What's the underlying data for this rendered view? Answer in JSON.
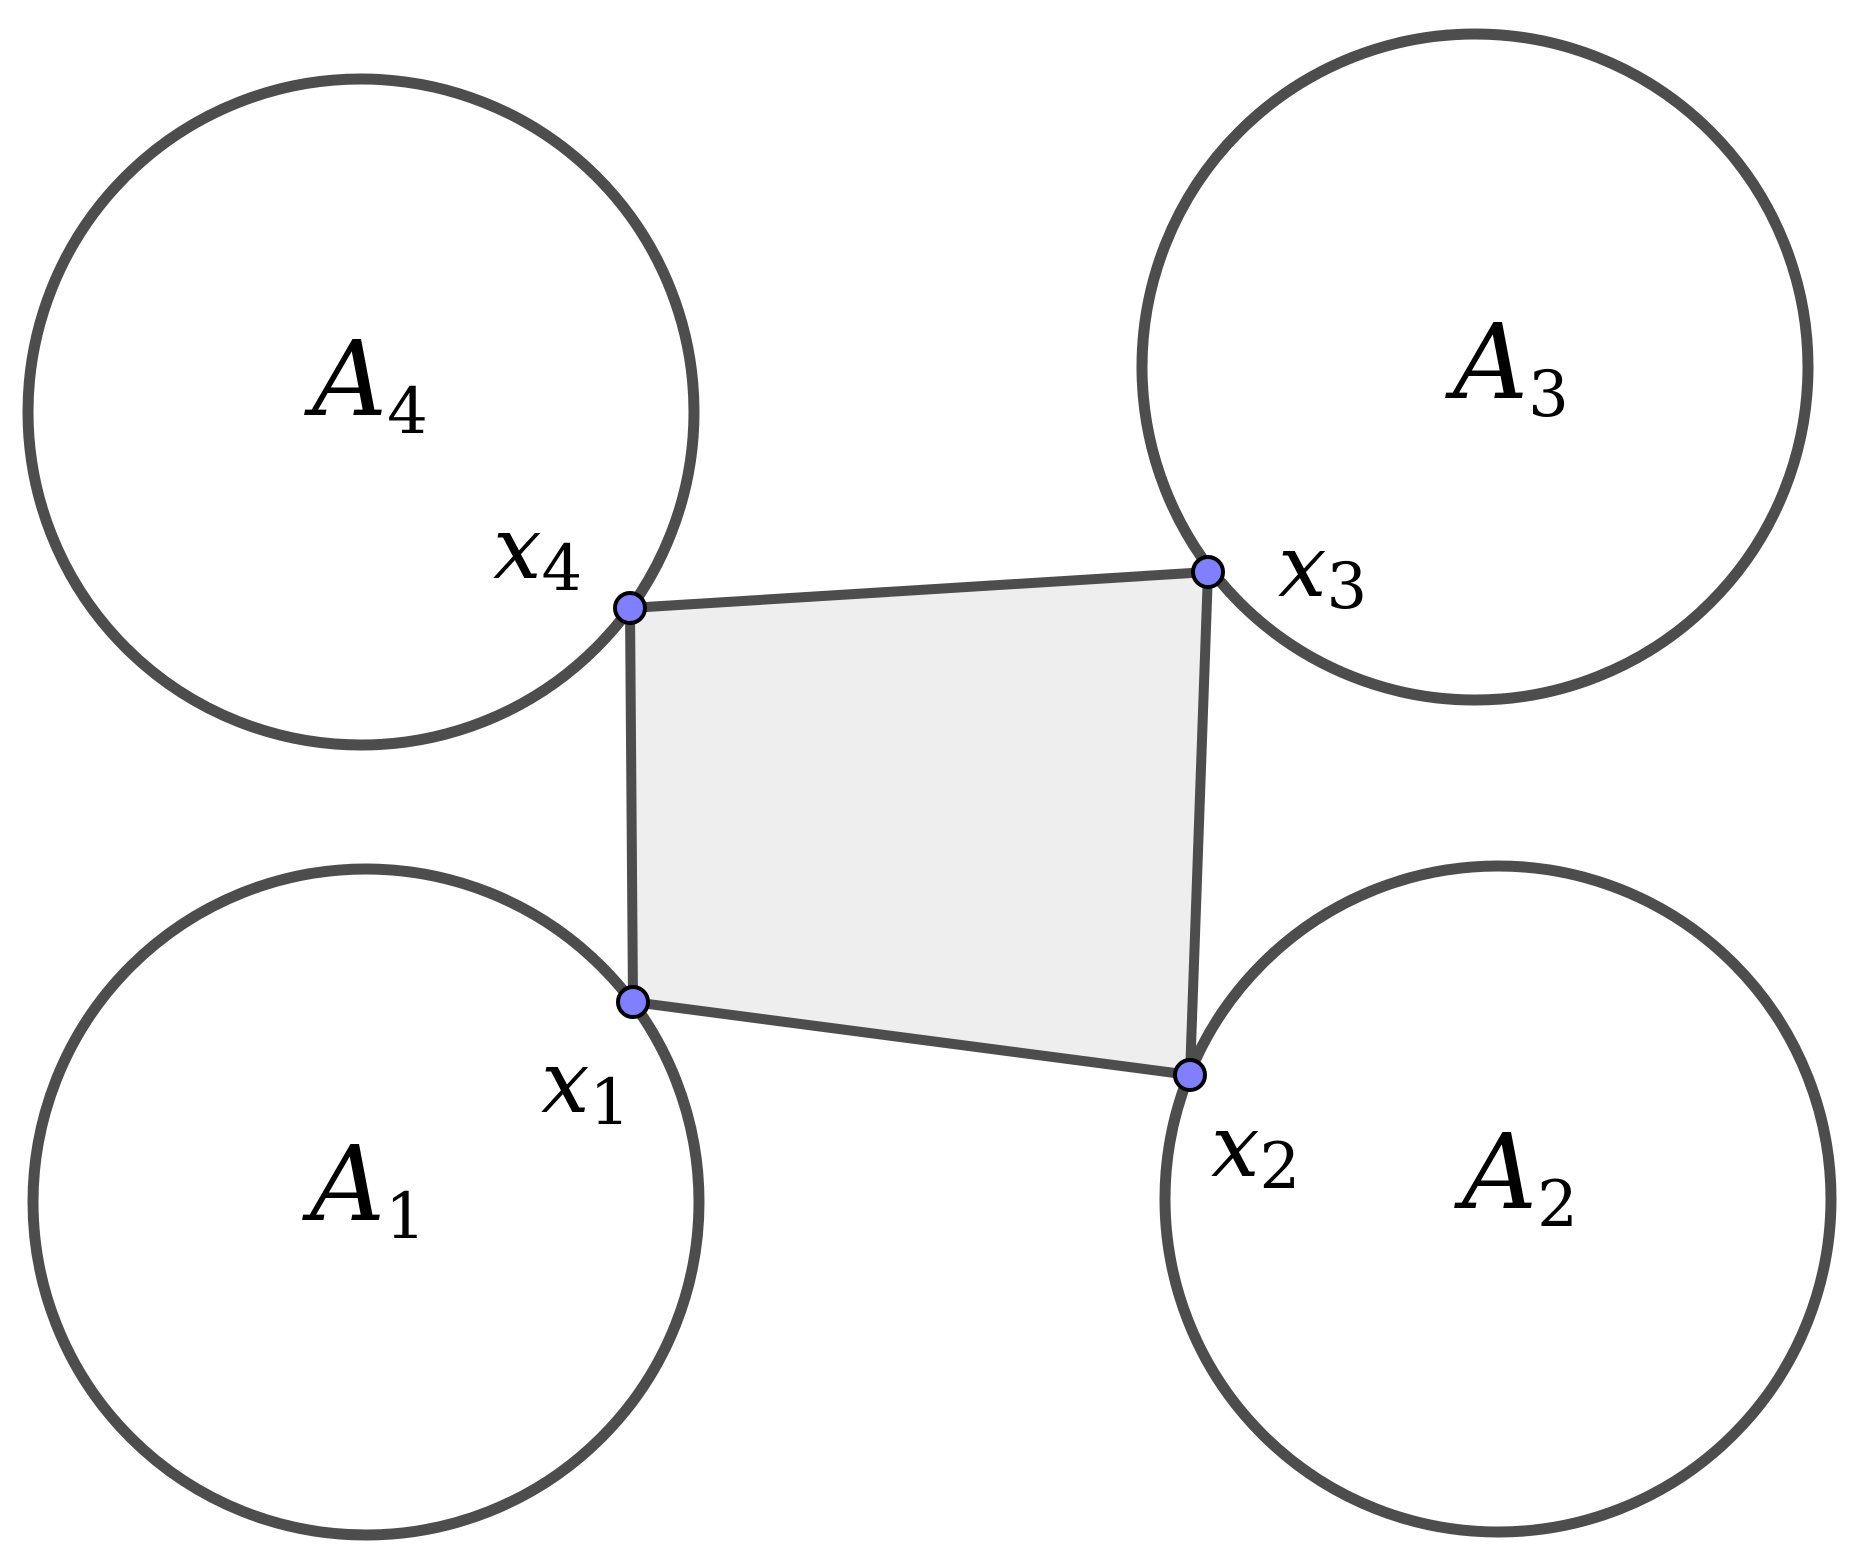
{
  "diagram": {
    "sets": [
      {
        "id": "A1",
        "name": "A",
        "index": "1"
      },
      {
        "id": "A2",
        "name": "A",
        "index": "2"
      },
      {
        "id": "A3",
        "name": "A",
        "index": "3"
      },
      {
        "id": "A4",
        "name": "A",
        "index": "4"
      }
    ],
    "points": [
      {
        "id": "x1",
        "name": "x",
        "index": "1"
      },
      {
        "id": "x2",
        "name": "x",
        "index": "2"
      },
      {
        "id": "x3",
        "name": "x",
        "index": "3"
      },
      {
        "id": "x4",
        "name": "x",
        "index": "4"
      }
    ],
    "polygon_order": [
      "x1",
      "x2",
      "x3",
      "x4"
    ],
    "colors": {
      "outline": "#4d4d4d",
      "polygon_fill": "#eeeeee",
      "point_fill": "#7f7fff",
      "point_stroke": "#000000"
    }
  }
}
